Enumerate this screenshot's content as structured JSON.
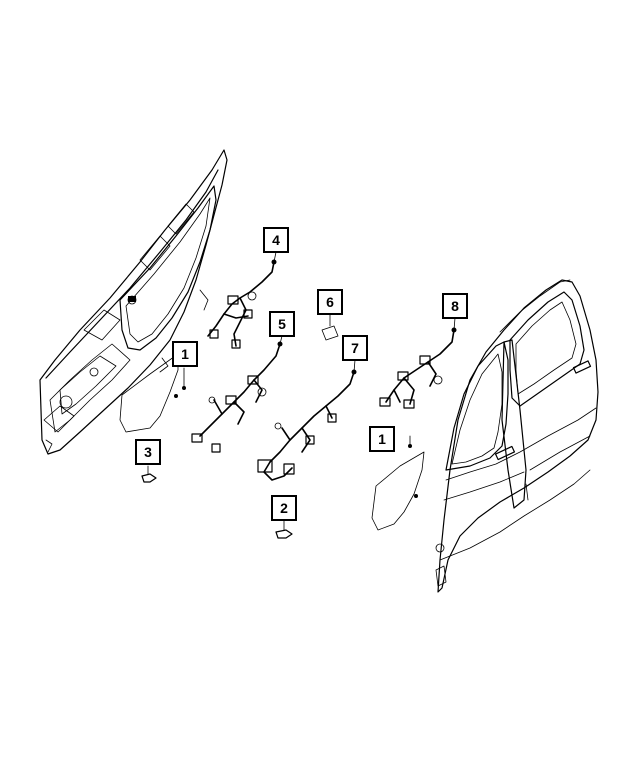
{
  "callouts": [
    {
      "id": "c1a",
      "label": "1"
    },
    {
      "id": "c1b",
      "label": "1"
    },
    {
      "id": "c2",
      "label": "2"
    },
    {
      "id": "c3",
      "label": "3"
    },
    {
      "id": "c4",
      "label": "4"
    },
    {
      "id": "c5",
      "label": "5"
    },
    {
      "id": "c6",
      "label": "6"
    },
    {
      "id": "c7",
      "label": "7"
    },
    {
      "id": "c8",
      "label": "8"
    }
  ],
  "colors": {
    "line": "#000000",
    "background": "#ffffff"
  }
}
